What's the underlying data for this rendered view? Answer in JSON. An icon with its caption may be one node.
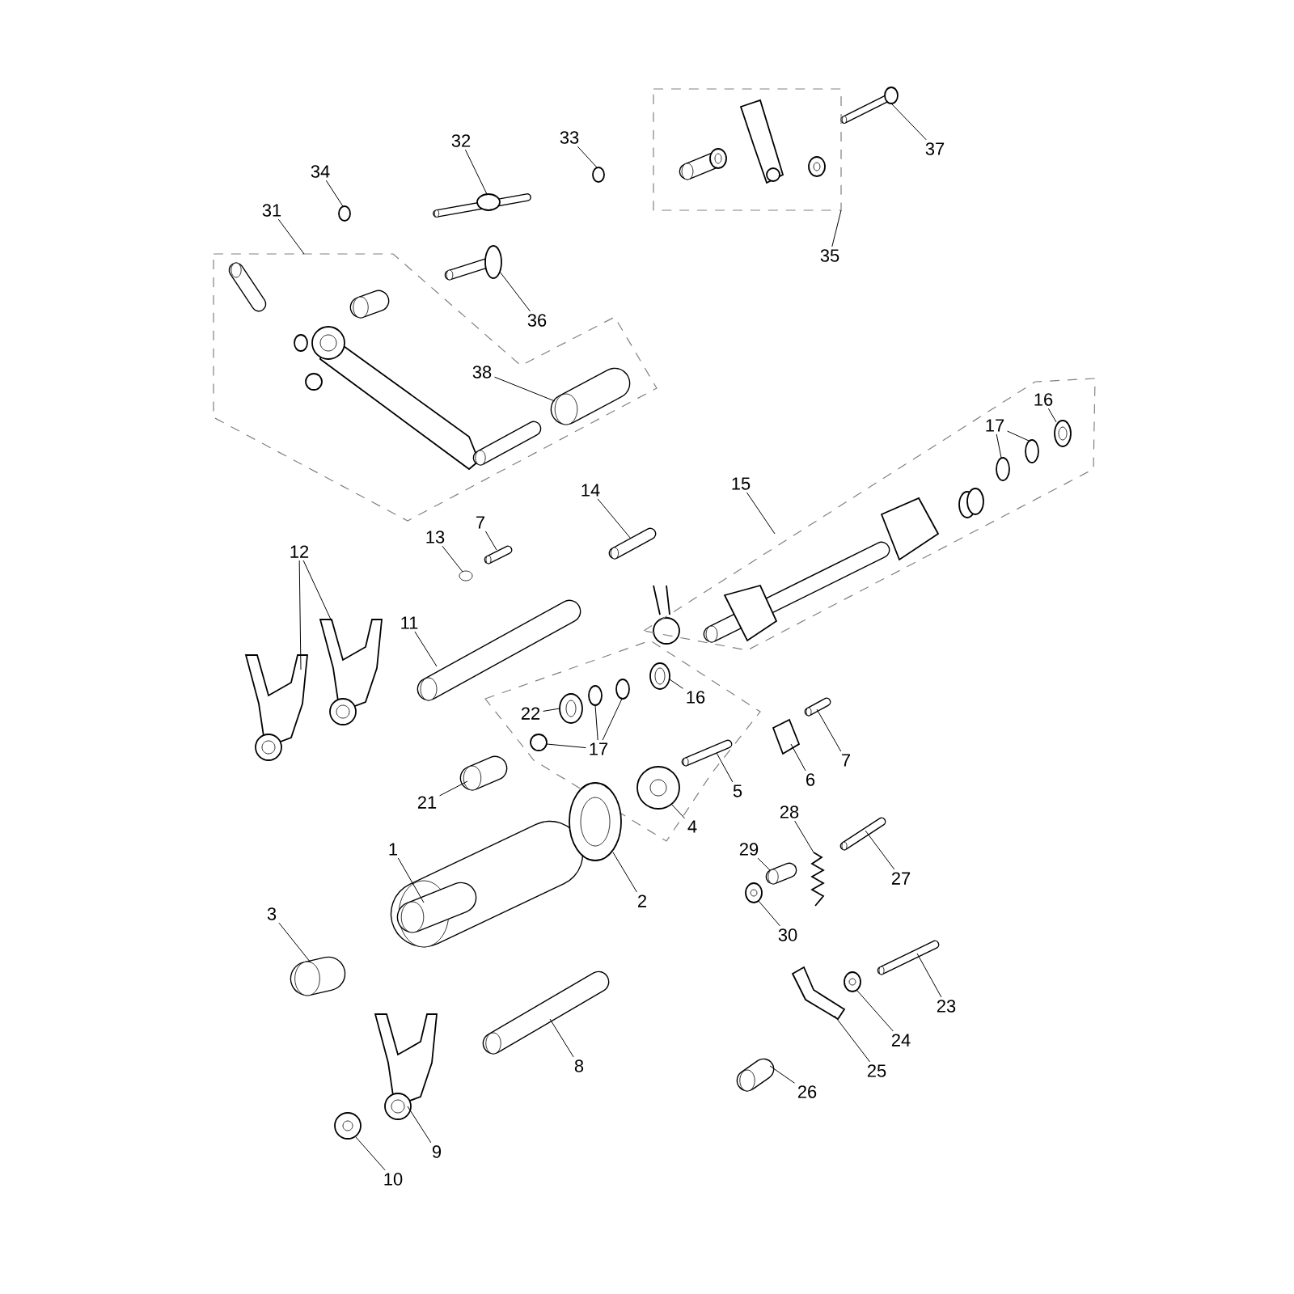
{
  "diagram": {
    "nodes": [
      {
        "text": [
          "37"
        ]
      },
      {
        "text": [
          "32"
        ]
      },
      {
        "text": [
          "33"
        ]
      },
      {
        "text": [
          "34"
        ]
      },
      {
        "text": [
          "31"
        ]
      },
      {
        "text": [
          "35"
        ]
      },
      {
        "text": [
          "36"
        ]
      },
      {
        "text": [
          "38"
        ],
        "in": 42
      },
      {
        "text": [
          "16"
        ],
        "in": 49
      },
      {
        "text": [
          "17"
        ],
        "in": 49
      },
      {
        "text": [
          "15"
        ]
      },
      {
        "text": [
          "14"
        ]
      },
      {
        "text": [
          "7"
        ]
      },
      {
        "text": [
          "13"
        ]
      },
      {
        "text": [
          "12"
        ]
      },
      {
        "text": [
          "11"
        ]
      },
      {
        "text": [
          "16"
        ]
      },
      {
        "text": [
          "22"
        ]
      },
      {
        "text": [
          "7"
        ]
      },
      {
        "text": [
          "17"
        ]
      },
      {
        "text": [
          "6"
        ]
      },
      {
        "text": [
          "5"
        ]
      },
      {
        "text": [
          "21"
        ]
      },
      {
        "text": [
          "28"
        ]
      },
      {
        "text": [
          "4"
        ]
      },
      {
        "text": [
          "1"
        ]
      },
      {
        "text": [
          "29"
        ]
      },
      {
        "text": [
          "27"
        ]
      },
      {
        "text": [
          "2"
        ]
      },
      {
        "text": [
          "3"
        ]
      },
      {
        "text": [
          "30"
        ]
      },
      {
        "text": [
          "23"
        ]
      },
      {
        "text": [
          "24"
        ]
      },
      {
        "text": [
          "8"
        ]
      },
      {
        "text": [
          "25"
        ]
      },
      {
        "text": [
          "26"
        ]
      },
      {
        "text": [
          "9"
        ]
      },
      {
        "text": [
          "10"
        ]
      },
      {
        "text": [],
        "shape": "picture"
      },
      {
        "text": [],
        "shape": "picture"
      },
      {
        "text": [],
        "shape": "circle"
      },
      {
        "text": [],
        "shape": "circle"
      },
      {
        "text": [],
        "shape": "box"
      },
      {
        "text": [],
        "shape": "box"
      },
      {
        "text": [],
        "shape": "picture"
      },
      {
        "text": [],
        "shape": "picture",
        "in": 42
      },
      {
        "text": [],
        "shape": "picture",
        "in": 49
      },
      {
        "text": [],
        "shape": "circle",
        "in": 49
      },
      {
        "text": [],
        "shape": "circle",
        "in": 49
      },
      {
        "text": [],
        "shape": "box"
      },
      {
        "text": [],
        "shape": "picture"
      },
      {
        "text": [],
        "shape": "picture"
      },
      {
        "text": [],
        "shape": "circle"
      },
      {
        "text": [],
        "shape": "picture"
      },
      {
        "text": [],
        "shape": "picture"
      },
      {
        "text": [],
        "shape": "picture"
      },
      {
        "text": [],
        "shape": "picture"
      },
      {
        "text": [],
        "shape": "picture"
      },
      {
        "text": [],
        "shape": "picture"
      },
      {
        "text": [],
        "shape": "circle"
      },
      {
        "text": [],
        "shape": "circle"
      },
      {
        "text": [],
        "shape": "circle"
      },
      {
        "text": [],
        "shape": "picture"
      },
      {
        "text": [],
        "shape": "picture"
      },
      {
        "text": [],
        "shape": "cylinder"
      },
      {
        "text": [],
        "shape": "picture"
      },
      {
        "text": [],
        "shape": "picture"
      },
      {
        "text": [],
        "shape": "picture"
      },
      {
        "text": [],
        "shape": "picture"
      },
      {
        "text": [],
        "shape": "picture"
      },
      {
        "text": [],
        "shape": "picture"
      },
      {
        "text": [],
        "shape": "cylinder"
      },
      {
        "text": [],
        "shape": "picture"
      },
      {
        "text": [],
        "shape": "picture"
      },
      {
        "text": [],
        "shape": "picture"
      },
      {
        "text": [],
        "shape": "picture"
      },
      {
        "text": [],
        "shape": "picture"
      },
      {
        "text": [],
        "shape": "cylinder"
      },
      {
        "text": [],
        "shape": "picture"
      },
      {
        "text": [],
        "shape": "picture"
      }
    ],
    "edges": [
      {
        "from": 0,
        "to": 38,
        "arrow": "none"
      },
      {
        "from": 1,
        "to": 39,
        "arrow": "none"
      },
      {
        "from": 2,
        "to": 40,
        "arrow": "none"
      },
      {
        "from": 3,
        "to": 41,
        "arrow": "none"
      },
      {
        "from": 4,
        "to": 42,
        "arrow": "none"
      },
      {
        "from": 5,
        "to": 43,
        "arrow": "none"
      },
      {
        "from": 6,
        "to": 44,
        "arrow": "none"
      },
      {
        "from": 7,
        "to": 45,
        "arrow": "none"
      },
      {
        "from": 8,
        "to": 46,
        "arrow": "none"
      },
      {
        "from": 9,
        "to": 47,
        "arrow": "none"
      },
      {
        "from": 9,
        "to": 48,
        "arrow": "none"
      },
      {
        "from": 10,
        "to": 49,
        "arrow": "none"
      },
      {
        "from": 11,
        "to": 50,
        "arrow": "none"
      },
      {
        "from": 12,
        "to": 51,
        "arrow": "none"
      },
      {
        "from": 13,
        "to": 52,
        "arrow": "none"
      },
      {
        "from": 14,
        "to": 53,
        "arrow": "none"
      },
      {
        "from": 14,
        "to": 54,
        "arrow": "none"
      },
      {
        "from": 15,
        "to": 55,
        "arrow": "none"
      },
      {
        "from": 16,
        "to": 56,
        "arrow": "none"
      },
      {
        "from": 17,
        "to": 57,
        "arrow": "none"
      },
      {
        "from": 18,
        "to": 58,
        "arrow": "none"
      },
      {
        "from": 19,
        "to": 59,
        "arrow": "none"
      },
      {
        "from": 19,
        "to": 60,
        "arrow": "none"
      },
      {
        "from": 19,
        "to": 61,
        "arrow": "none"
      },
      {
        "from": 20,
        "to": 62,
        "arrow": "none"
      },
      {
        "from": 21,
        "to": 63,
        "arrow": "none"
      },
      {
        "from": 22,
        "to": 64,
        "arrow": "none"
      },
      {
        "from": 23,
        "to": 65,
        "arrow": "none"
      },
      {
        "from": 24,
        "to": 66,
        "arrow": "none"
      },
      {
        "from": 25,
        "to": 67,
        "arrow": "none"
      },
      {
        "from": 26,
        "to": 68,
        "arrow": "none"
      },
      {
        "from": 27,
        "to": 69,
        "arrow": "none"
      },
      {
        "from": 28,
        "to": 70,
        "arrow": "none"
      },
      {
        "from": 29,
        "to": 71,
        "arrow": "none"
      },
      {
        "from": 30,
        "to": 72,
        "arrow": "none"
      },
      {
        "from": 31,
        "to": 73,
        "arrow": "none"
      },
      {
        "from": 32,
        "to": 74,
        "arrow": "none"
      },
      {
        "from": 33,
        "to": 75,
        "arrow": "none"
      },
      {
        "from": 34,
        "to": 76,
        "arrow": "none"
      },
      {
        "from": 35,
        "to": 77,
        "arrow": "none"
      },
      {
        "from": 36,
        "to": 78,
        "arrow": "none"
      },
      {
        "from": 37,
        "to": 79,
        "arrow": "none"
      }
    ]
  }
}
